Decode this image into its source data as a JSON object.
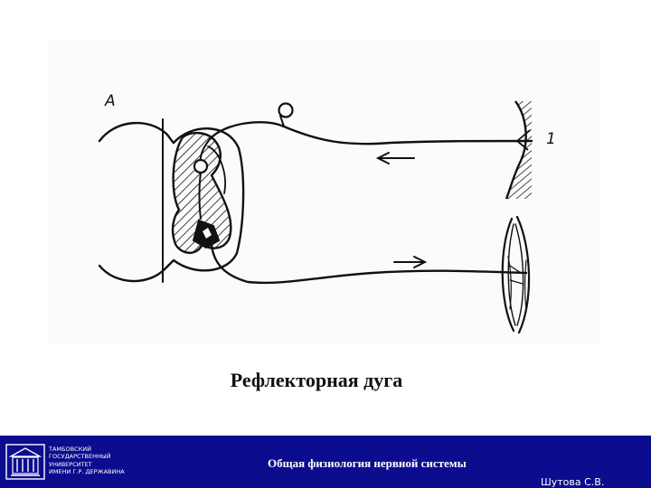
{
  "slide": {
    "caption": "Рефлекторная дуга",
    "diagram_labels": {
      "a": "A",
      "one": "1"
    }
  },
  "footer": {
    "logo_text": "ТАМБОВСКИЙ\nГОСУДАРСТВЕННЫЙ\nУНИВЕРСИТЕТ\nИМЕНИ Г.Р. ДЕРЖАВИНА",
    "title": "Общая физиология нервной системы",
    "author": "Шутова С.В."
  },
  "colors": {
    "footer_bg": "#0c0c8e",
    "ink": "#111111"
  }
}
